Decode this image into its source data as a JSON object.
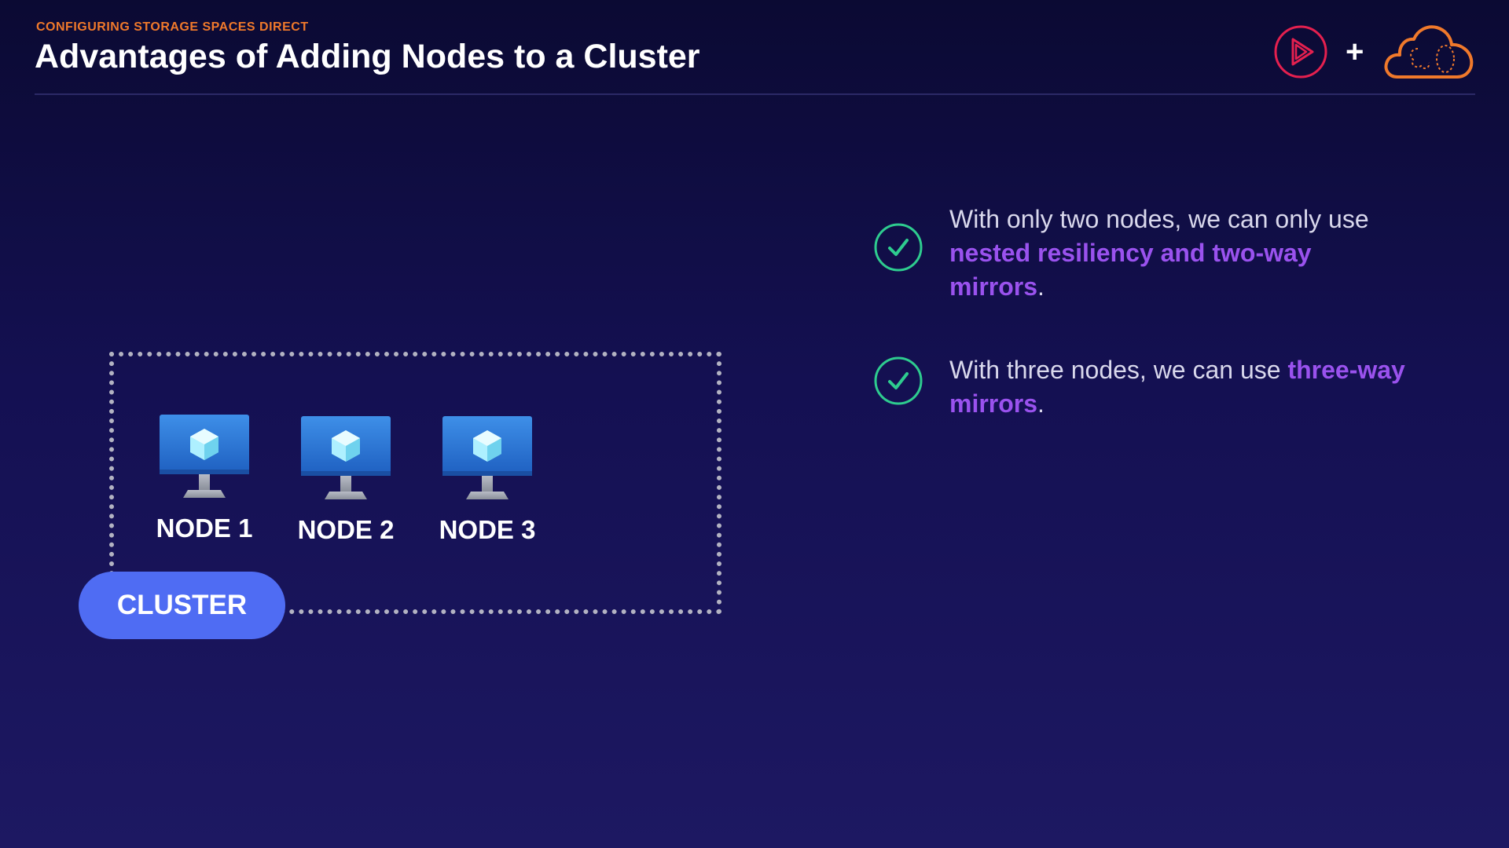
{
  "header": {
    "kicker": "CONFIGURING STORAGE SPACES DIRECT",
    "title": "Advantages of Adding Nodes to a Cluster"
  },
  "logos": {
    "plus": "+",
    "left_icon": "pluralsight-play-icon",
    "right_icon": "cloud-brain-icon"
  },
  "diagram": {
    "nodes": [
      {
        "label": "NODE 1",
        "icon": "virtual-machine-monitor-icon"
      },
      {
        "label": "NODE 2",
        "icon": "virtual-machine-monitor-icon"
      },
      {
        "label": "NODE 3",
        "icon": "virtual-machine-monitor-icon"
      }
    ],
    "cluster_label": "CLUSTER"
  },
  "points": [
    {
      "icon": "check-circle-icon",
      "pre": "With only two nodes, we can only use ",
      "highlight": "nested resiliency and two-way mirrors",
      "post": "."
    },
    {
      "icon": "check-circle-icon",
      "pre": "With three nodes, we can use ",
      "highlight": "three-way mirrors",
      "post": "."
    }
  ],
  "colors": {
    "accent_orange": "#f0792b",
    "highlight_purple": "#9a52ee",
    "check_green": "#2ecc8f",
    "cluster_blue": "#4f6cf3",
    "play_red": "#e5204f"
  }
}
